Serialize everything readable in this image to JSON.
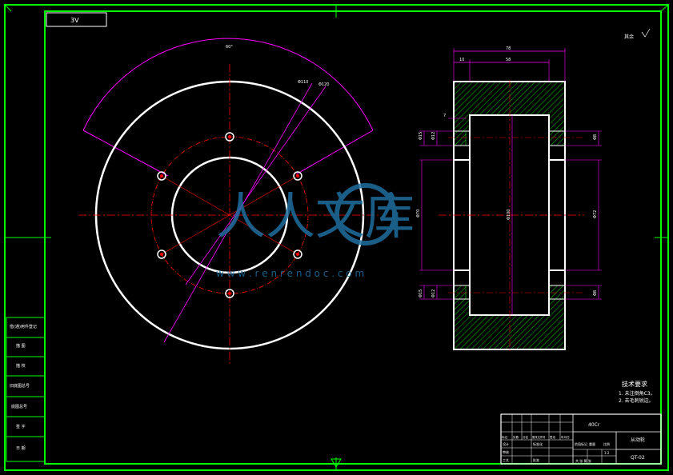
{
  "sheet": {
    "corner_code": "3V",
    "roughness_note": "其余"
  },
  "front_view": {
    "arc_dimension": "60°",
    "dia_pcd_1": "Φ110",
    "dia_pcd_2": "Φ120"
  },
  "section_view": {
    "dim_total_width": "78",
    "dim_inner_width": "58",
    "dim_step": "10",
    "dim_chamfer": "7",
    "dia_left_top_a": "Φ15",
    "dia_left_top_b": "Φ12",
    "dia_left_mid": "Φ70",
    "dia_left_bottom_a": "Φ15",
    "dia_left_bottom_b": "Φ12",
    "dia_bore": "Φ100",
    "dia_right_top": "Φ8",
    "dia_right_mid": "Φ72",
    "dia_right_bottom": "Φ8"
  },
  "tech_requirements": {
    "heading": "技术要求",
    "items": [
      "1. 未注倒角C3。",
      "2. 去毛刺锐边。"
    ]
  },
  "left_strip": {
    "labels": [
      "借(通)用件登记",
      "描 图",
      "描 校",
      "旧底图总号",
      "底图总号",
      "签 字",
      "日 期"
    ]
  },
  "title_block": {
    "material": "40Cr",
    "part_name": "从动轮",
    "drawing_no": "QT-02",
    "col_labels": [
      "标记",
      "处数",
      "分区",
      "更改文件号",
      "签名",
      "年月日"
    ],
    "role_labels": [
      "设计",
      "审核",
      "工艺"
    ],
    "std_label": "标准化",
    "approve_label": "批准",
    "stage_label": "阶段标记",
    "weight_label": "重量",
    "scale_label": "比例",
    "scale_value": "1:2",
    "sheet_label": "共 张 第 张"
  },
  "watermark": {
    "brand": "人人文库",
    "url": "w w w . r e n r e n d o c . c o m"
  },
  "colors": {
    "frame": "#00ff00",
    "outline": "#ffffff",
    "centerline": "#ff0000",
    "dimension": "#ff00ff",
    "hatch": "#00ff00",
    "watermark": "#1f6fa0"
  }
}
